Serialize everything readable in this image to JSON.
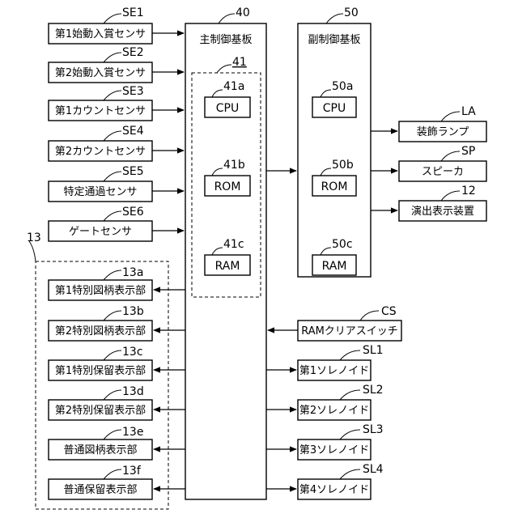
{
  "main_board": {
    "ref": "40",
    "label": "主制御基板"
  },
  "memory_group": {
    "ref": "41"
  },
  "main_chips": [
    {
      "ref": "41a",
      "label": "CPU"
    },
    {
      "ref": "41b",
      "label": "ROM"
    },
    {
      "ref": "41c",
      "label": "RAM"
    }
  ],
  "sub_board": {
    "ref": "50",
    "label": "副制御基板"
  },
  "sub_chips": [
    {
      "ref": "50a",
      "label": "CPU"
    },
    {
      "ref": "50b",
      "label": "ROM"
    },
    {
      "ref": "50c",
      "label": "RAM"
    }
  ],
  "sensors": [
    {
      "ref": "SE1",
      "label": "第1始動入賞センサ"
    },
    {
      "ref": "SE2",
      "label": "第2始動入賞センサ"
    },
    {
      "ref": "SE3",
      "label": "第1カウントセンサ"
    },
    {
      "ref": "SE4",
      "label": "第2カウントセンサ"
    },
    {
      "ref": "SE5",
      "label": "特定通過センサ"
    },
    {
      "ref": "SE6",
      "label": "ゲートセンサ"
    }
  ],
  "display_group": {
    "ref": "13"
  },
  "display_units": [
    {
      "ref": "13a",
      "label": "第1特別図柄表示部"
    },
    {
      "ref": "13b",
      "label": "第2特別図柄表示部"
    },
    {
      "ref": "13c",
      "label": "第1特別保留表示部"
    },
    {
      "ref": "13d",
      "label": "第2特別保留表示部"
    },
    {
      "ref": "13e",
      "label": "普通図柄表示部"
    },
    {
      "ref": "13f",
      "label": "普通保留表示部"
    }
  ],
  "sub_outputs": [
    {
      "ref": "LA",
      "label": "装飾ランプ"
    },
    {
      "ref": "SP",
      "label": "スピーカ"
    },
    {
      "ref": "12",
      "label": "演出表示装置"
    }
  ],
  "clear_switch": {
    "ref": "CS",
    "label": "RAMクリアスイッチ"
  },
  "solenoids": [
    {
      "ref": "SL1",
      "label": "第1ソレノイド"
    },
    {
      "ref": "SL2",
      "label": "第2ソレノイド"
    },
    {
      "ref": "SL3",
      "label": "第3ソレノイド"
    },
    {
      "ref": "SL4",
      "label": "第4ソレノイド"
    }
  ]
}
